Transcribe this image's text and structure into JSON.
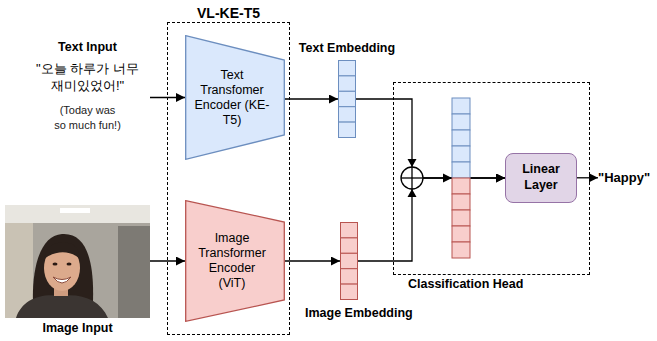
{
  "diagram": {
    "nodes": [
      {
        "text": [
          "Text Input",
          "\"오늘 하루가 너무 재미있었어!\"",
          "(Today was so much fun!)"
        ]
      },
      {
        "text": [
          "Image Input"
        ]
      },
      {
        "text": [
          "VL-KE-T5"
        ]
      },
      {
        "text": [
          "Text Transfomer Encoder (KE-T5)"
        ],
        "in": 2
      },
      {
        "text": [
          "Image Transformer Encoder (ViT)"
        ],
        "in": 2
      },
      {
        "text": [
          "Text Embedding"
        ]
      },
      {
        "text": [
          "Image Embedding"
        ]
      },
      {
        "text": [
          "Classification Head"
        ]
      },
      {
        "text": [
          "Linear Layer"
        ],
        "in": 7
      },
      {
        "text": [
          "\"Happy\""
        ]
      }
    ],
    "edges": [
      {
        "from": 0,
        "to": 3,
        "arrow": "to"
      },
      {
        "from": 1,
        "to": 4,
        "arrow": "to"
      },
      {
        "from": 3,
        "to": 5,
        "arrow": "to"
      },
      {
        "from": 4,
        "to": 6,
        "arrow": "to"
      },
      {
        "from": 5,
        "to": 8,
        "arrow": "to"
      },
      {
        "from": 6,
        "to": 8,
        "arrow": "to"
      },
      {
        "from": 8,
        "to": 9,
        "arrow": "to"
      }
    ]
  }
}
